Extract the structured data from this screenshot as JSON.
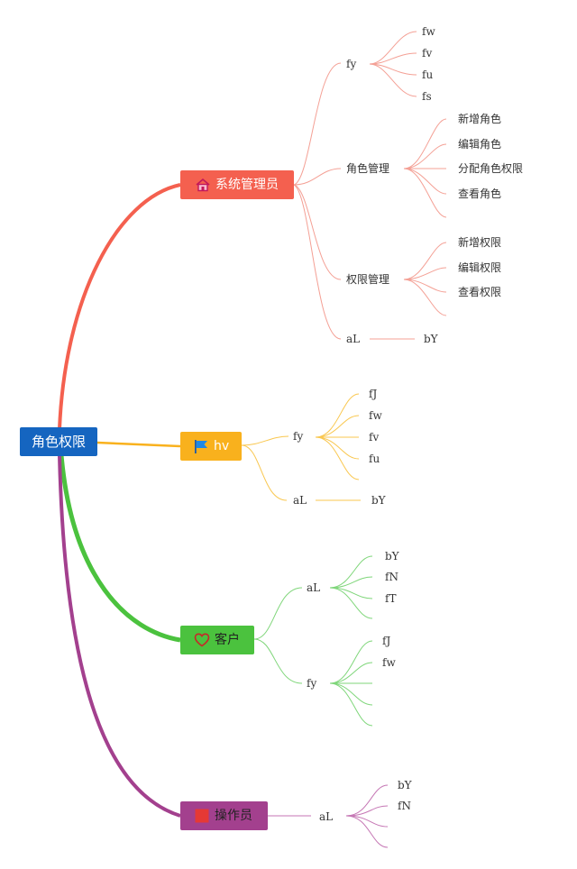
{
  "root": {
    "label": "角色权限"
  },
  "colors": {
    "root": "#1565c0",
    "admin": "#f4604f",
    "hv": "#f9b11d",
    "customer": "#4bc23e",
    "operator": "#a3408e"
  },
  "admin": {
    "label": "系统管理员",
    "icon": "home-icon",
    "fy": {
      "label": "fy",
      "items": [
        "fw",
        "fv",
        "fu",
        "fs"
      ]
    },
    "role_mgmt": {
      "label": "角色管理",
      "items": [
        "新增角色",
        "编辑角色",
        "分配角色权限",
        "查看角色"
      ]
    },
    "perm_mgmt": {
      "label": "权限管理",
      "items": [
        "新增权限",
        "编辑权限",
        "查看权限"
      ]
    },
    "al": {
      "label": "aL",
      "child": "bY"
    }
  },
  "hv": {
    "label": "hv",
    "icon": "flag-icon",
    "fy": {
      "label": "fy",
      "items": [
        "fJ",
        "fw",
        "fv",
        "fu"
      ]
    },
    "al": {
      "label": "aL",
      "child": "bY"
    }
  },
  "customer": {
    "label": "客户",
    "icon": "heart-icon",
    "al": {
      "label": "aL",
      "items": [
        "bY",
        "fN",
        "fT"
      ]
    },
    "fy": {
      "label": "fy",
      "items": [
        "fJ",
        "fw"
      ]
    }
  },
  "operator": {
    "label": "操作员",
    "icon": "stop-square-icon",
    "al": {
      "label": "aL",
      "items": [
        "bY",
        "fN"
      ]
    }
  }
}
